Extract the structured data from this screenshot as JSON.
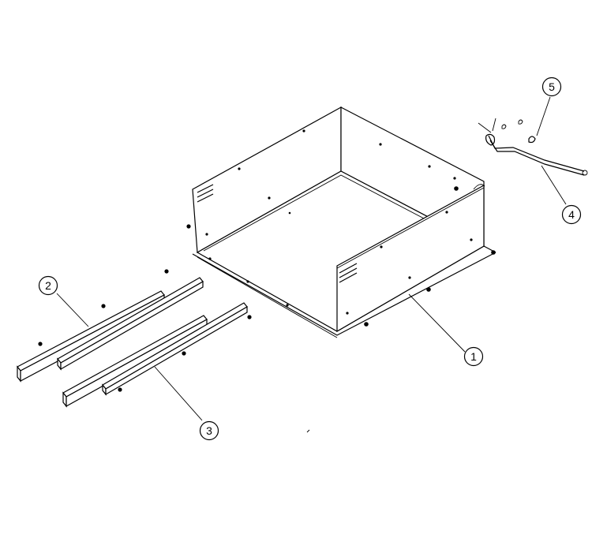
{
  "diagram": {
    "type": "exploded-parts-view",
    "callouts": [
      {
        "id": "1",
        "label": "1"
      },
      {
        "id": "2",
        "label": "2"
      },
      {
        "id": "3",
        "label": "3"
      },
      {
        "id": "4",
        "label": "4"
      },
      {
        "id": "5",
        "label": "5"
      }
    ]
  },
  "colors": {
    "ink": "#000000",
    "background": "#ffffff"
  }
}
